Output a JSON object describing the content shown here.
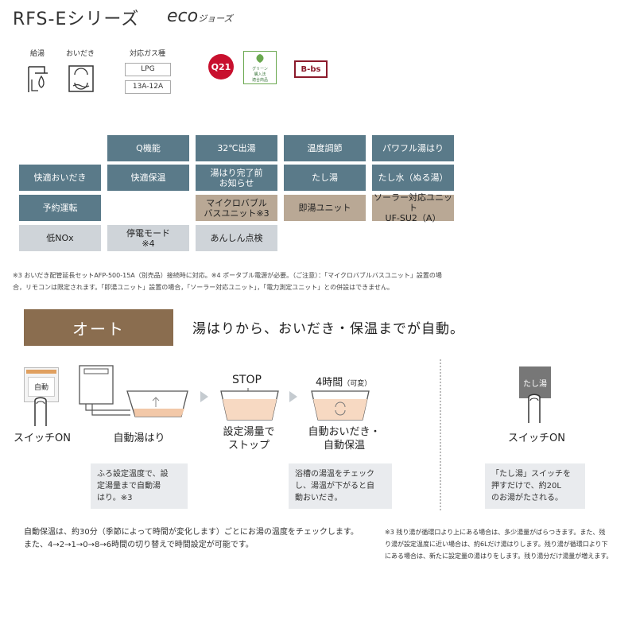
{
  "header": {
    "title": "RFS-Eシリーズ",
    "eco_logo": "eco",
    "eco_logo_suffix": "ジョーズ"
  },
  "features": {
    "kyuto_label": "給湯",
    "oidaki_label": "おいだき",
    "gas_label": "対応ガス種",
    "gas_types": [
      "LPG",
      "13A-12A"
    ],
    "q21": "Q21",
    "green_badge": [
      "グリーン",
      "購入法",
      "適合商品"
    ],
    "bbs": "B-bs"
  },
  "buttons": {
    "q_kinou": "Q機能",
    "c32": "32℃出湯",
    "ondo": "温度調節",
    "powerful": "パワフル湯はり",
    "kaiteki_oidaki": "快適おいだき",
    "kaiteki_hoon": "快適保温",
    "yuhari_kanryo_1": "湯はり完了前",
    "yuhari_kanryo_2": "お知らせ",
    "tashiyu": "たし湯",
    "tashimizu": "たし水（ぬる湯）",
    "yoyaku": "予約運転",
    "micro_1": "マイクロバブル",
    "micro_2": "バスユニット※3",
    "sokuyu": "即湯ユニット",
    "solar_1": "ソーラー対応ユニット",
    "solar_2": "UF-SU2（A）",
    "nox": "低NOx",
    "teiden_1": "停電モード",
    "teiden_2": "※4",
    "anshin": "あんしん点検"
  },
  "footnote": {
    "line1": "※3 おいだき配管延長セットAFP-500-15A（別売品）接続時に対応。※4 ポータブル電源が必要。（ご注意）：「マイクロバブルバスユニット」設置の場",
    "line2": "合，リモコンは限定されます。「即湯ユニット」設置の場合，「ソーラー対応ユニット」，「電力測定ユニット」との併設はできません。"
  },
  "auto": {
    "label": "オート",
    "tagline": "湯はりから、おいだき・保温までが自動。"
  },
  "flow": {
    "switch_key": "自動",
    "switch_caption": "スイッチON",
    "yuhari_caption": "自動湯はり",
    "stop_label": "STOP",
    "stop_caption_1": "設定湯量で",
    "stop_caption_2": "ストップ",
    "hours_label": "4時間",
    "hours_note": "（可変）",
    "oidaki_caption_1": "自動おいだき・",
    "oidaki_caption_2": "自動保温",
    "tashiyu_key": "たし湯",
    "tashiyu_caption": "スイッチON"
  },
  "notes": {
    "yuhari": [
      "ふろ設定温度で、設",
      "定湯量まで自動湯",
      "はり。※3"
    ],
    "oidaki": [
      "浴槽の湯温をチェック",
      "し、湯温が下がると自",
      "動おいだき。"
    ],
    "tashiyu": [
      "「たし湯」スイッチを",
      "押すだけで、約20L",
      "のお湯がたされる。"
    ]
  },
  "bottom": {
    "left_1": "自動保温は、約30分（季節によって時間が変化します）ごとにお湯の温度をチェックします。",
    "left_2": "また、4→2→1→0→8→6時間の切り替えで時間設定が可能です。",
    "right_1": "※3 残り湯が循環口より上にある場合は、多少湯量がばらつきます。また、残",
    "right_2": "り湯が設定温度に近い場合は、約6Lだけ湯はりします。残り湯が循環口より下",
    "right_3": "にある場合は、新たに設定量の湯はりをします。残り湯分だけ湯量が増えます。"
  },
  "colors": {
    "teal": "#5a7a89",
    "tan": "#b9a895",
    "grey": "#cfd4d9",
    "auto_brown": "#8a6d4f",
    "note_bg": "#e9ebee"
  }
}
